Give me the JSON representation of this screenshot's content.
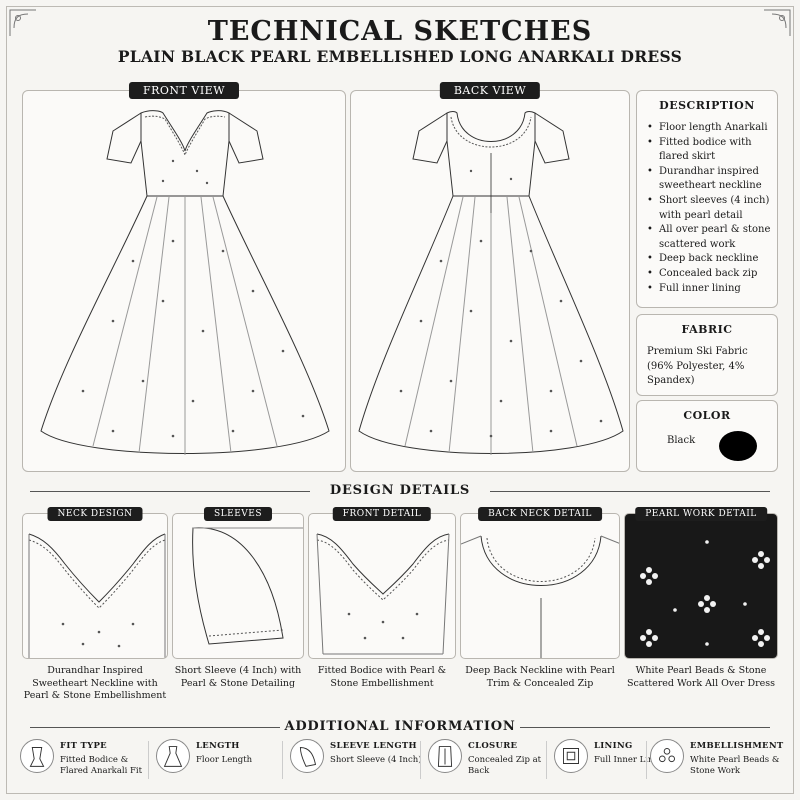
{
  "header": {
    "title": "TECHNICAL SKETCHES",
    "subtitle": "PLAIN BLACK PEARL EMBELLISHED LONG ANARKALI DRESS"
  },
  "views": {
    "front_label": "FRONT VIEW",
    "back_label": "BACK VIEW"
  },
  "description": {
    "heading": "DESCRIPTION",
    "items": [
      "Floor length Anarkali",
      "Fitted bodice with flared skirt",
      "Durandhar inspired sweetheart neckline",
      "Short sleeves (4 inch) with pearl detail",
      "All over pearl & stone scattered work",
      "Deep back neckline",
      "Concealed back zip",
      "Full inner lining"
    ]
  },
  "fabric": {
    "heading": "FABRIC",
    "text": "Premium Ski Fabric (96% Polyester, 4% Spandex)"
  },
  "color": {
    "heading": "COLOR",
    "value": "Black",
    "swatch": "#000000"
  },
  "design_details": {
    "heading": "DESIGN DETAILS",
    "cards": [
      {
        "label": "NECK DESIGN",
        "caption": "Durandhar Inspired Sweetheart Neckline with Pearl & Stone Embellishment"
      },
      {
        "label": "SLEEVES",
        "caption": "Short Sleeve (4 Inch) with Pearl & Stone Detailing"
      },
      {
        "label": "FRONT DETAIL",
        "caption": "Fitted Bodice with Pearl & Stone Embellishment"
      },
      {
        "label": "BACK NECK DETAIL",
        "caption": "Deep Back Neckline with Pearl Trim & Concealed Zip"
      },
      {
        "label": "PEARL WORK DETAIL",
        "caption": "White Pearl Beads & Stone Scattered Work All Over Dress"
      }
    ]
  },
  "additional": {
    "heading": "ADDITIONAL INFORMATION",
    "items": [
      {
        "label": "FIT TYPE",
        "value": "Fitted Bodice & Flared Anarkali Fit",
        "icon": "dress-form-icon"
      },
      {
        "label": "LENGTH",
        "value": "Floor Length",
        "icon": "dress-length-icon"
      },
      {
        "label": "SLEEVE LENGTH",
        "value": "Short Sleeve (4 Inch)",
        "icon": "sleeve-icon"
      },
      {
        "label": "CLOSURE",
        "value": "Concealed Zip at Back",
        "icon": "zip-icon"
      },
      {
        "label": "LINING",
        "value": "Full Inner Lining",
        "icon": "lining-icon"
      },
      {
        "label": "EMBELLISHMENT",
        "value": "White Pearl Beads & Stone Work",
        "icon": "pearl-icon"
      }
    ]
  }
}
